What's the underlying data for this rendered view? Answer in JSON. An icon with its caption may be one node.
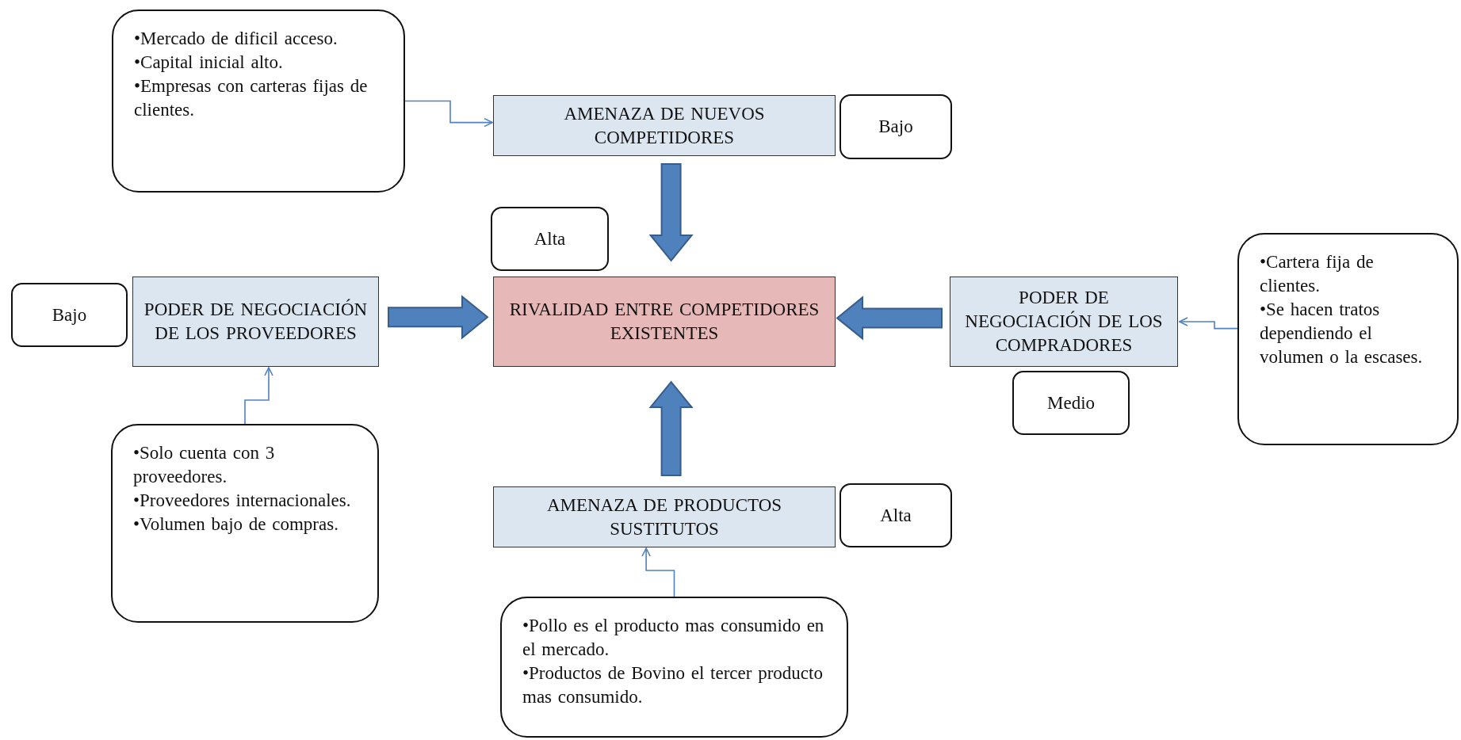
{
  "diagram": {
    "nodes": [
      {
        "text": [
          "•Mercado de dificil acceso.",
          "•Capital inicial alto.",
          "•Empresas con carteras fijas de clientes."
        ]
      },
      {
        "text": [
          "AMENAZA DE NUEVOS COMPETIDORES"
        ]
      },
      {
        "text": [
          "Bajo"
        ]
      },
      {
        "text": [
          "Alta"
        ]
      },
      {
        "text": [
          "Bajo"
        ]
      },
      {
        "text": [
          "PODER DE NEGOCIACIÓN DE LOS PROVEEDORES"
        ]
      },
      {
        "text": [
          "RIVALIDAD ENTRE COMPETIDORES EXISTENTES"
        ]
      },
      {
        "text": [
          "PODER DE NEGOCIACIÓN DE LOS COMPRADORES"
        ]
      },
      {
        "text": [
          "•Cartera fija de clientes.",
          "•Se hacen tratos dependiendo el volumen o la escases."
        ]
      },
      {
        "text": [
          "Medio"
        ]
      },
      {
        "text": [
          "•Solo cuenta con 3 proveedores.",
          "•Proveedores internacionales.",
          "•Volumen bajo de compras."
        ]
      },
      {
        "text": [
          "AMENAZA DE PRODUCTOS SUSTITUTOS"
        ]
      },
      {
        "text": [
          "Alta"
        ]
      },
      {
        "text": [
          "•Pollo es el producto mas consumido en el mercado.",
          "•Productos de Bovino el tercer producto mas consumido."
        ]
      }
    ],
    "edges": [
      {
        "from": 0,
        "to": 1,
        "arrow": "to"
      },
      {
        "from": 1,
        "to": 6,
        "arrow": "to",
        "style": "thick"
      },
      {
        "from": 5,
        "to": 6,
        "arrow": "to",
        "style": "thick"
      },
      {
        "from": 7,
        "to": 6,
        "arrow": "to",
        "style": "thick"
      },
      {
        "from": 11,
        "to": 6,
        "arrow": "to",
        "style": "thick"
      },
      {
        "from": 8,
        "to": 7,
        "arrow": "to"
      },
      {
        "from": 10,
        "to": 5,
        "arrow": "to"
      },
      {
        "from": 13,
        "to": 11,
        "arrow": "to"
      }
    ]
  }
}
